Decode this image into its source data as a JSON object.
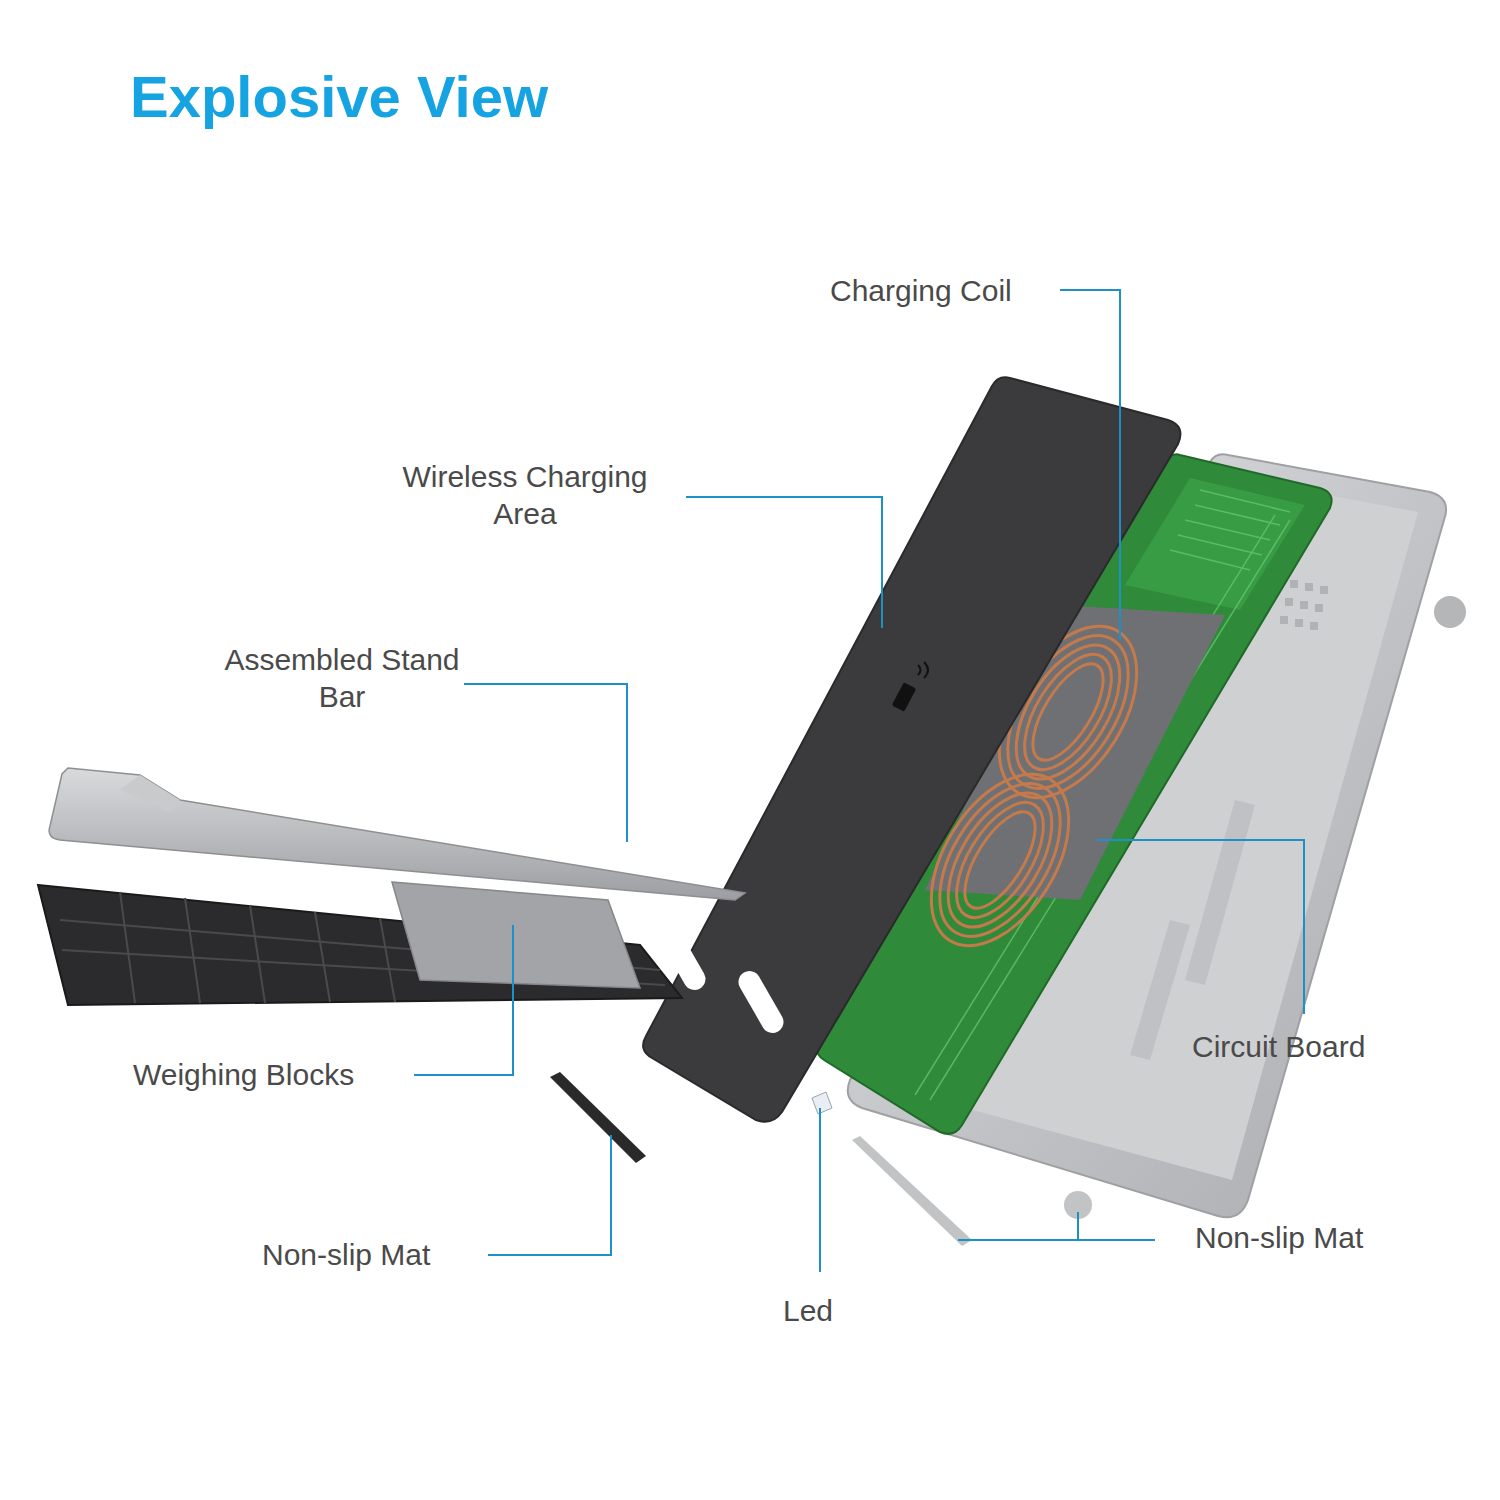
{
  "diagram": {
    "title": "Explosive View",
    "labels": [
      "Charging Coil",
      "Wireless Charging Area",
      "Assembled Stand Bar",
      "Weighing Blocks",
      "Non-slip Mat",
      "Led",
      "Circuit Board",
      "Non-slip Mat"
    ]
  }
}
